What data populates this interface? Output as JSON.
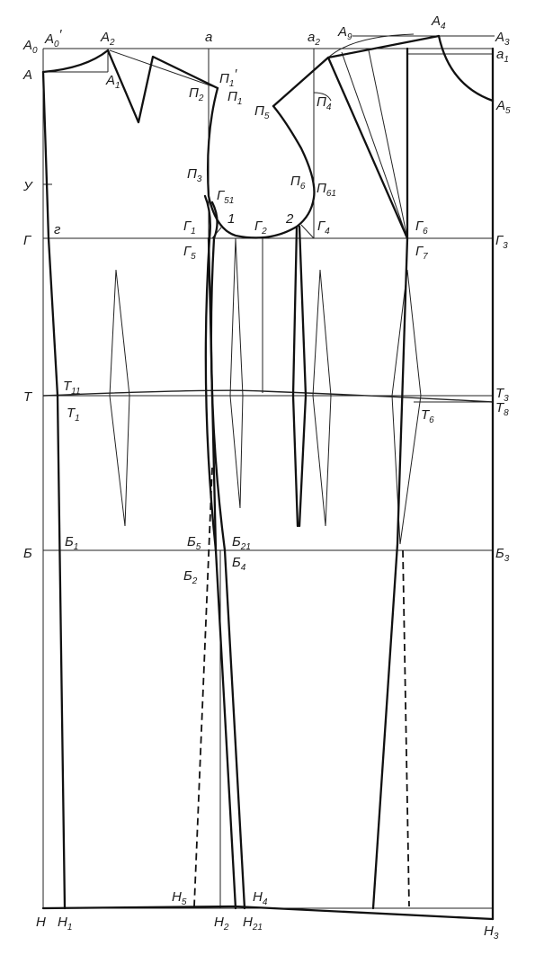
{
  "labels": {
    "A0": [
      "A",
      "0"
    ],
    "A0p": [
      "A",
      "0",
      "′"
    ],
    "A": [
      "A"
    ],
    "A1": [
      "A",
      "1"
    ],
    "A2": [
      "A",
      "2"
    ],
    "a": [
      "a"
    ],
    "a2": [
      "a",
      "2"
    ],
    "A9": [
      "A",
      "9"
    ],
    "A4": [
      "A",
      "4"
    ],
    "A3": [
      "A",
      "3"
    ],
    "a1": [
      "a",
      "1"
    ],
    "A5": [
      "A",
      "5"
    ],
    "P1p": [
      "П",
      "1",
      "′"
    ],
    "P2": [
      "П",
      "2"
    ],
    "P1": [
      "П",
      "1"
    ],
    "P5": [
      "П",
      "5"
    ],
    "P4": [
      "П",
      "4"
    ],
    "P3": [
      "П",
      "3"
    ],
    "P6": [
      "П",
      "6"
    ],
    "P61": [
      "П",
      "61"
    ],
    "U": [
      "У"
    ],
    "G51": [
      "Г",
      "51"
    ],
    "n1": [
      "1"
    ],
    "n2": [
      "2"
    ],
    "g": [
      "г"
    ],
    "G": [
      "Г"
    ],
    "G1": [
      "Г",
      "1"
    ],
    "G2": [
      "Г",
      "2"
    ],
    "G4": [
      "Г",
      "4"
    ],
    "G6": [
      "Г",
      "6"
    ],
    "G3": [
      "Г",
      "3"
    ],
    "G5": [
      "Г",
      "5"
    ],
    "G7": [
      "Г",
      "7"
    ],
    "T": [
      "Т"
    ],
    "T11": [
      "Т",
      "11"
    ],
    "T1": [
      "Т",
      "1"
    ],
    "T3": [
      "Т",
      "3"
    ],
    "T6": [
      "Т",
      "6"
    ],
    "T8": [
      "Т",
      "8"
    ],
    "B": [
      "Б"
    ],
    "B1": [
      "Б",
      "1"
    ],
    "B5": [
      "Б",
      "5"
    ],
    "B21": [
      "Б",
      "21"
    ],
    "B2": [
      "Б",
      "2"
    ],
    "B4": [
      "Б",
      "4"
    ],
    "B3": [
      "Б",
      "3"
    ],
    "H5": [
      "Н",
      "5"
    ],
    "H4": [
      "Н",
      "4"
    ],
    "H": [
      "Н"
    ],
    "H1": [
      "Н",
      "1"
    ],
    "H2": [
      "Н",
      "2"
    ],
    "H21": [
      "Н",
      "21"
    ],
    "H3": [
      "Н",
      "3"
    ]
  }
}
